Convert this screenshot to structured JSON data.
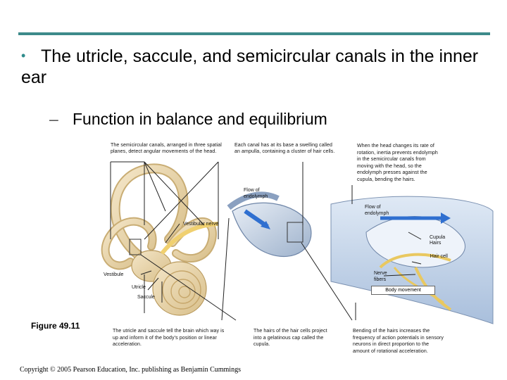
{
  "slide": {
    "bullet": "The utricle, saccule, and semicircular canals in the inner ear",
    "sub": "Function in balance and equilibrium",
    "figure": "Figure 49.11",
    "copyright": "Copyright © 2005 Pearson Education, Inc. publishing as Benjamin Cummings"
  },
  "notes": {
    "canals": "The semicircular canals, arranged in three spatial planes, detect angular movements of the head.",
    "ampulla": "Each canal has at its base a swelling called an ampulla, containing a cluster of hair cells.",
    "rotation": "When the head changes its rate of rotation, inertia prevents endolymph in the semicircular canals from moving with the head, so the endolymph presses against the cupula, bending the hairs.",
    "utricle": "The utricle and saccule tell the brain which way is up and inform it of the body's position or linear acceleration.",
    "cupula": "The hairs of the hair cells project into a gelatinous cap called the cupula.",
    "bending": "Bending of the hairs increases the frequency of action potentials in sensory neurons in direct proportion to the amount of rotational acceleration."
  },
  "labels": {
    "flow1": "Flow of endolymph",
    "flow2": "Flow of endolymph",
    "vestibular_nerve": "Vestibular nerve",
    "cupula": "Cupula",
    "hairs": "Hairs",
    "hair_cell": "Hair cell",
    "vestibule": "Vestibule",
    "nerve_fibers": "Nerve fibers",
    "utricle": "Utricle",
    "saccule": "Saccule",
    "body_movement": "Body movement"
  }
}
